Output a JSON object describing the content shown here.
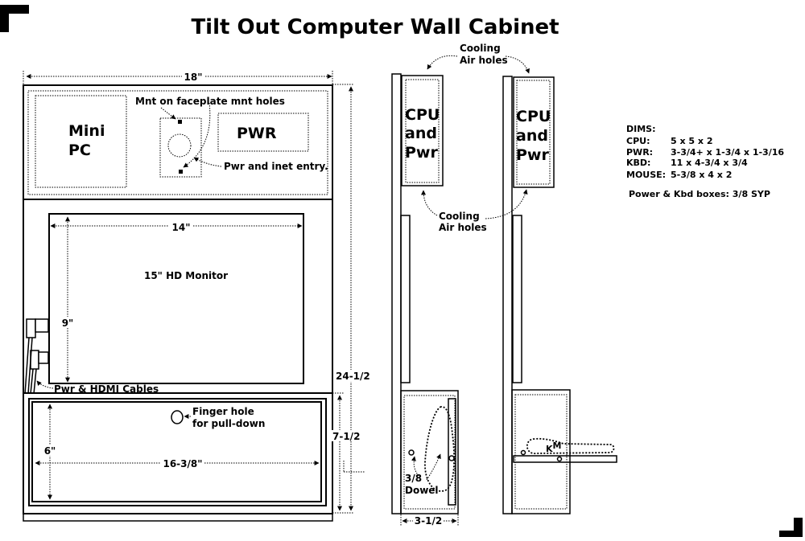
{
  "title": "Tilt Out Computer Wall Cabinet",
  "front": {
    "width_dim": "18\"",
    "mini_pc_line1": "Mini",
    "mini_pc_line2": "PC",
    "mount_note": "Mnt on faceplate mnt holes",
    "pwr_box": "PWR",
    "pwr_inet_note": "Pwr and inet entry.",
    "monitor_width_dim": "14\"",
    "monitor_label": "15\" HD Monitor",
    "monitor_height_dim": "9\"",
    "cables_note": "Pwr & HDMI Cables",
    "finger_hole_line1": "Finger hole",
    "finger_hole_line2": "for pull-down",
    "drawer_height_dim": "6\"",
    "drawer_width_dim": "16-3/8\"",
    "total_height_dim": "24-1/2",
    "drawer_section_dim": "7-1/2"
  },
  "side": {
    "cooling_top_line1": "Cooling",
    "cooling_top_line2": "Air holes",
    "cpu_line1": "CPU",
    "cpu_line2": "and",
    "cpu_line3": "Pwr",
    "cooling_mid_line1": "Cooling",
    "cooling_mid_line2": "Air holes",
    "dowel_line1": "3/8",
    "dowel_line2": "Dowel",
    "depth_dim": "3-1/2",
    "keyboard_mouse_label": "KM"
  },
  "dims": {
    "heading": "DIMS:",
    "rows": [
      {
        "label": "CPU:",
        "value": "5 x 5 x 2"
      },
      {
        "label": "PWR:",
        "value": "3-3/4+ x 1-3/4 x 1-3/16"
      },
      {
        "label": "KBD:",
        "value": "11 x 4-3/4 x 3/4"
      },
      {
        "label": "MOUSE:",
        "value": "5-3/8 x 4 x 2"
      }
    ],
    "note": "Power & Kbd boxes: 3/8 SYP"
  }
}
